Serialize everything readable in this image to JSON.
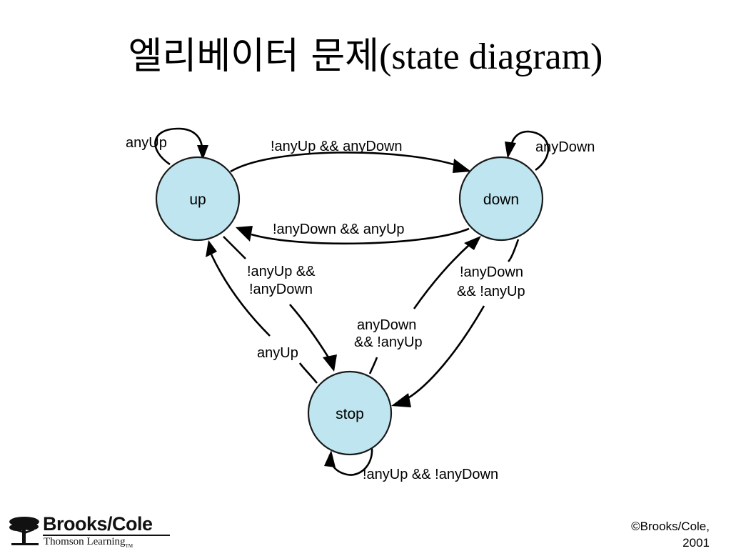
{
  "slide": {
    "title_korean": "엘리베이터 문제",
    "title_latin": "(state diagram)"
  },
  "diagram": {
    "states": [
      {
        "id": "up",
        "label": "up"
      },
      {
        "id": "down",
        "label": "down"
      },
      {
        "id": "stop",
        "label": "stop"
      }
    ],
    "transitions": [
      {
        "from": "up",
        "to": "up",
        "label": [
          "anyUp"
        ]
      },
      {
        "from": "down",
        "to": "down",
        "label": [
          "anyDown"
        ]
      },
      {
        "from": "stop",
        "to": "stop",
        "label": [
          "!anyUp && !anyDown"
        ]
      },
      {
        "from": "up",
        "to": "down",
        "label": [
          "!anyUp && anyDown"
        ]
      },
      {
        "from": "down",
        "to": "up",
        "label": [
          "!anyDown && anyUp"
        ]
      },
      {
        "from": "up",
        "to": "stop",
        "label": [
          "!anyUp &&",
          "!anyDown"
        ]
      },
      {
        "from": "stop",
        "to": "up",
        "label": [
          "anyUp"
        ]
      },
      {
        "from": "down",
        "to": "stop",
        "label": [
          "!anyDown",
          "&& !anyUp"
        ]
      },
      {
        "from": "stop",
        "to": "down",
        "label": [
          "anyDown",
          "&& !anyUp"
        ]
      }
    ],
    "colors": {
      "state_fill": "#bfe6f0",
      "edge": "#000000"
    }
  },
  "footer": {
    "publisher": "Brooks/Cole",
    "publisher_sub": "Thomson Learning",
    "publisher_tm": "TM",
    "logo_icon": "tree-logo-icon",
    "copyright_line1": "©Brooks/Cole,",
    "copyright_line2": "2001"
  }
}
